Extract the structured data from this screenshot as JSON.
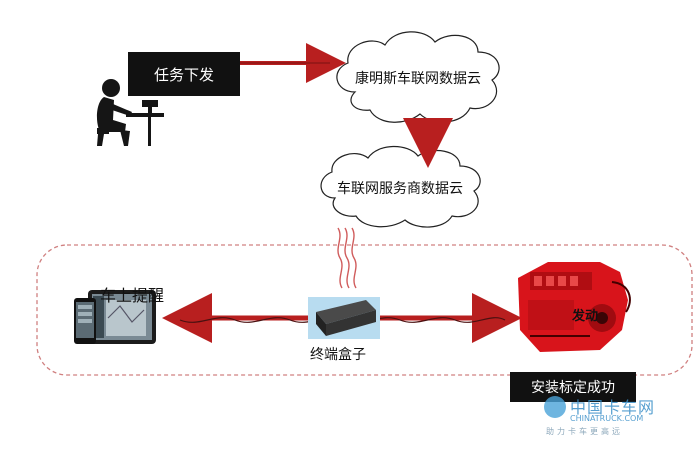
{
  "nodes": {
    "task": "任务下发",
    "cummins_cloud": "康明斯车联网数据云",
    "provider_cloud": "车联网服务商数据云",
    "reminder": "车上提醒",
    "terminal_box": "终端盒子",
    "engine": "发动",
    "install_success": "安装标定成功"
  },
  "watermark": {
    "cn": "中国卡车网",
    "en": "CHINATRUCK.COM",
    "slogan": "助力卡车更高远"
  },
  "colors": {
    "arrow": "#b81f1f",
    "dashed_border": "#d08080",
    "engine": "#d8141b"
  },
  "icons": {
    "person": "person-at-computer-icon",
    "tablet": "tablet-phone-icon",
    "engine": "engine-icon",
    "box": "terminal-box-icon"
  }
}
